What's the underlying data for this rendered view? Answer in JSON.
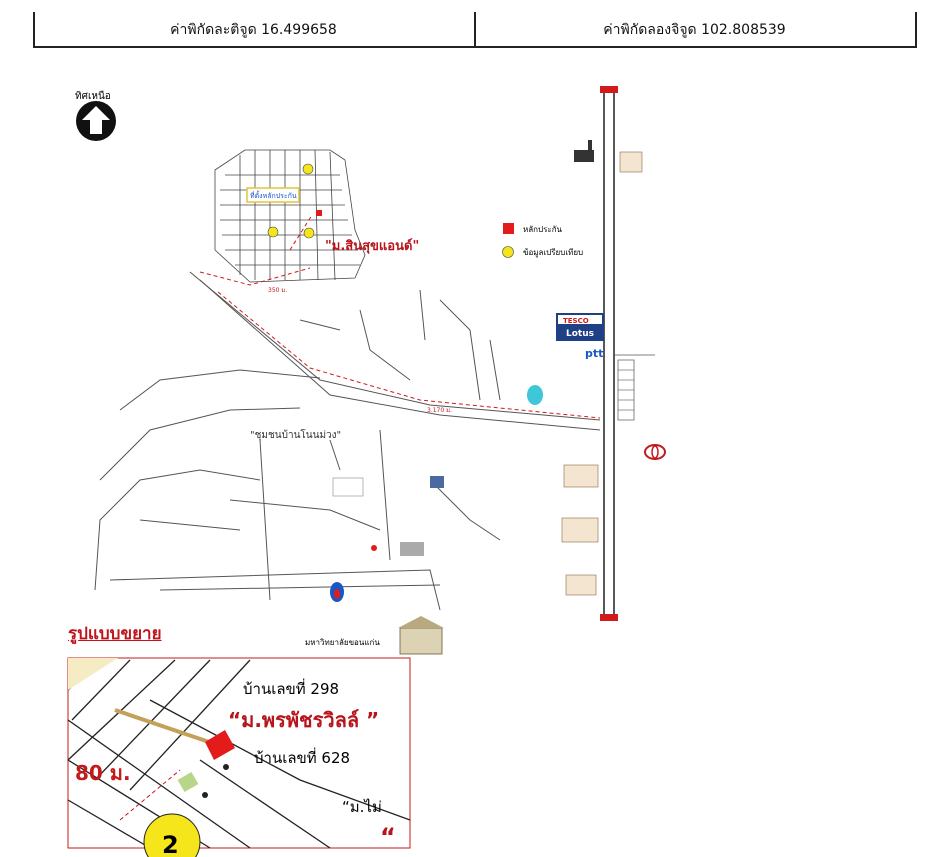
{
  "header": {
    "lat_text": "ค่าพิกัดละติจูด 16.499658",
    "lon_text": "ค่าพิกัดลองจิจูด 102.808539"
  },
  "north": {
    "label": "ทิศเหนือ"
  },
  "legend": {
    "collateral": "หลักประกัน",
    "comparison": "ข้อมูลเปรียบเทียบ",
    "collateral_color": "#e31b1b",
    "comparison_color": "#f5e61b"
  },
  "map": {
    "village_main": "\"ม.สินสุขแอนด์\"",
    "community": "\"ชุมชนบ้านโนนม่วง\"",
    "dist_short": "350 ม.",
    "dist_long": "3.170 ม.",
    "tesco_top": "TESCO",
    "tesco_bottom": "Lotus",
    "ptt": "ptt",
    "university": "มหาวิทยาลัยขอนแก่น",
    "collateral_box": "ที่ตั้งหลักประกัน"
  },
  "enlarged": {
    "title": "รูปแบบขยาย",
    "house1": "บ้านเลขที่ 298",
    "village": "“ม.พรพัชรวิลล์ ”",
    "house2": "บ้านเลขที่ 628",
    "distance": "80 ม.",
    "village2": "“ม.ไม่",
    "marker_num": "2",
    "quote": "“"
  }
}
